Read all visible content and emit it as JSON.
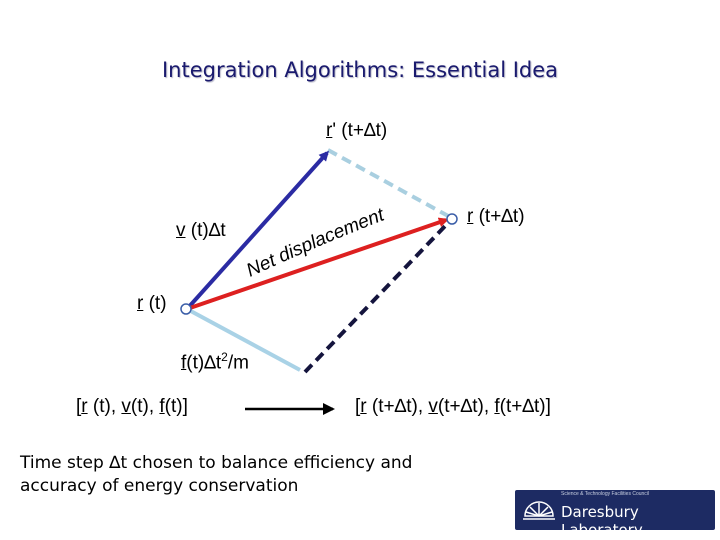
{
  "title": "Integration Algorithms: Essential Idea",
  "labels": {
    "r_prime_pre": "r",
    "r_prime_mark": "'",
    "r_prime_post": " (t+∆t)",
    "v_pre": "v",
    "v_post": " (t)∆t",
    "r_t_pre": "r",
    "r_t_post": " (t)",
    "r_dt_pre": "r",
    "r_dt_post": " (t+∆t)",
    "f_pre": "f",
    "f_post": "(t)∆t",
    "f_sup": "2",
    "f_tail": "/m",
    "net_displacement": "Net displacement"
  },
  "state_before": [
    "[",
    "r",
    " (t), ",
    "v",
    "(t), ",
    "f",
    "(t)]"
  ],
  "state_after": [
    "[",
    "r",
    " (t+∆t), ",
    "v",
    "(t+∆t), ",
    "f",
    "(t+∆t)]"
  ],
  "note": "Time step ∆t chosen to balance efficiency and accuracy of energy conservation",
  "logo": {
    "small": "Science & Technology Facilities Council",
    "name": "Daresbury Laboratory"
  },
  "colors": {
    "title": "#1a1a6e",
    "velocity": "#2b2ba3",
    "displacement": "#dd2020",
    "force": "#a9d2e6",
    "dashed_upper": "#a9cfe0",
    "dashed_lower": "#14143d",
    "logo_bg": "#1d2b63"
  }
}
